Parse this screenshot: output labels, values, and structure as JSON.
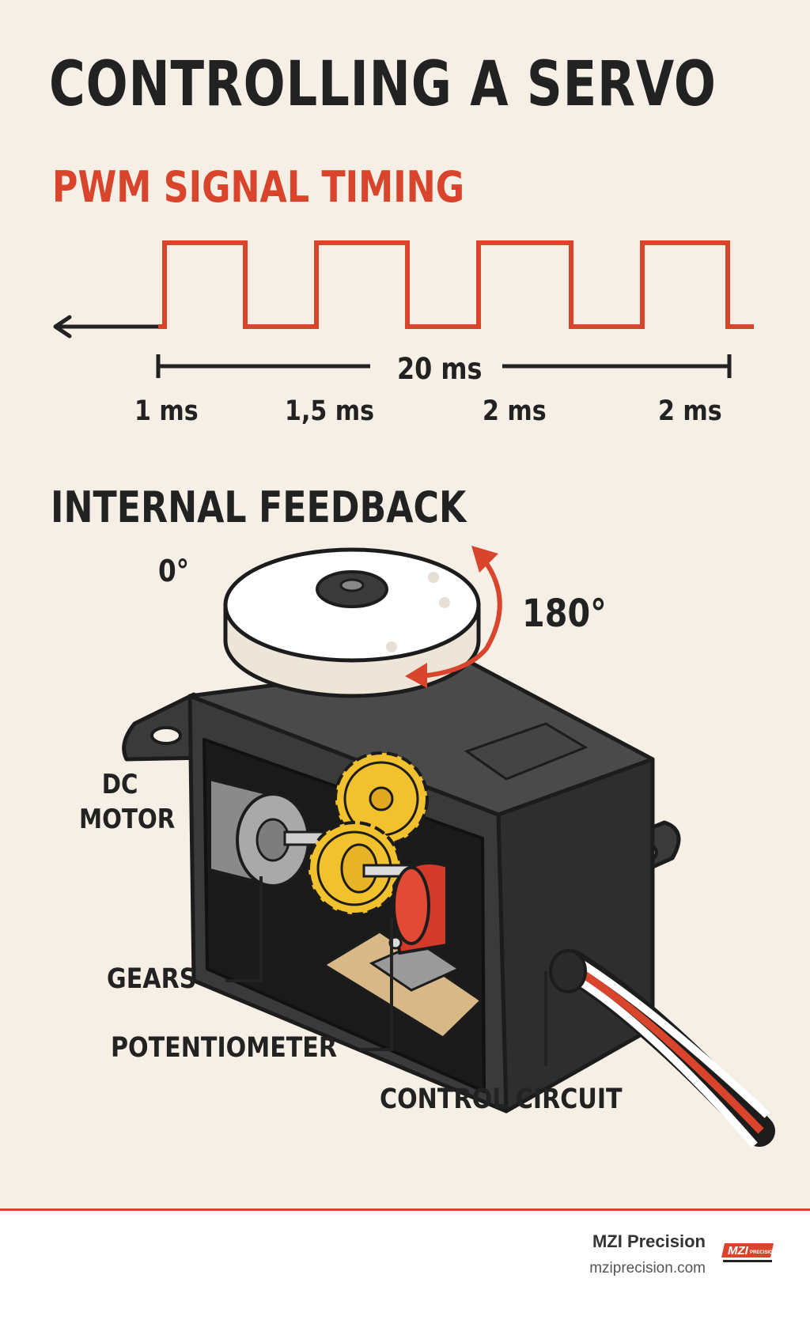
{
  "header": {
    "title": "CONTROLLING A SERVO"
  },
  "pwm": {
    "title": "PWM SIGNAL TIMING",
    "period_label": "20 ms",
    "pulse_labels": [
      "1 ms",
      "1,5 ms",
      "2 ms",
      "2 ms"
    ]
  },
  "feedback": {
    "title": "INTERNAL FEEDBACK",
    "angle_min": "0°",
    "angle_max": "180°",
    "components": {
      "motor": "DC MOTOR",
      "gears": "GEARS",
      "potentiometer": "POTENTIOMETER",
      "control_circuit": "CONTROL CIRCUIT"
    }
  },
  "footer": {
    "brand": "MZI Precision",
    "url": "mziprecision.com",
    "logo_text": "MZI",
    "logo_subtext": "PRECISION"
  },
  "colors": {
    "background": "#f5efe6",
    "accent": "#d8442c",
    "text": "#222222",
    "servo_body": "#3a3a3a",
    "gear": "#f2c12e",
    "potentiometer": "#d23a2a",
    "horn": "#ffffff"
  }
}
